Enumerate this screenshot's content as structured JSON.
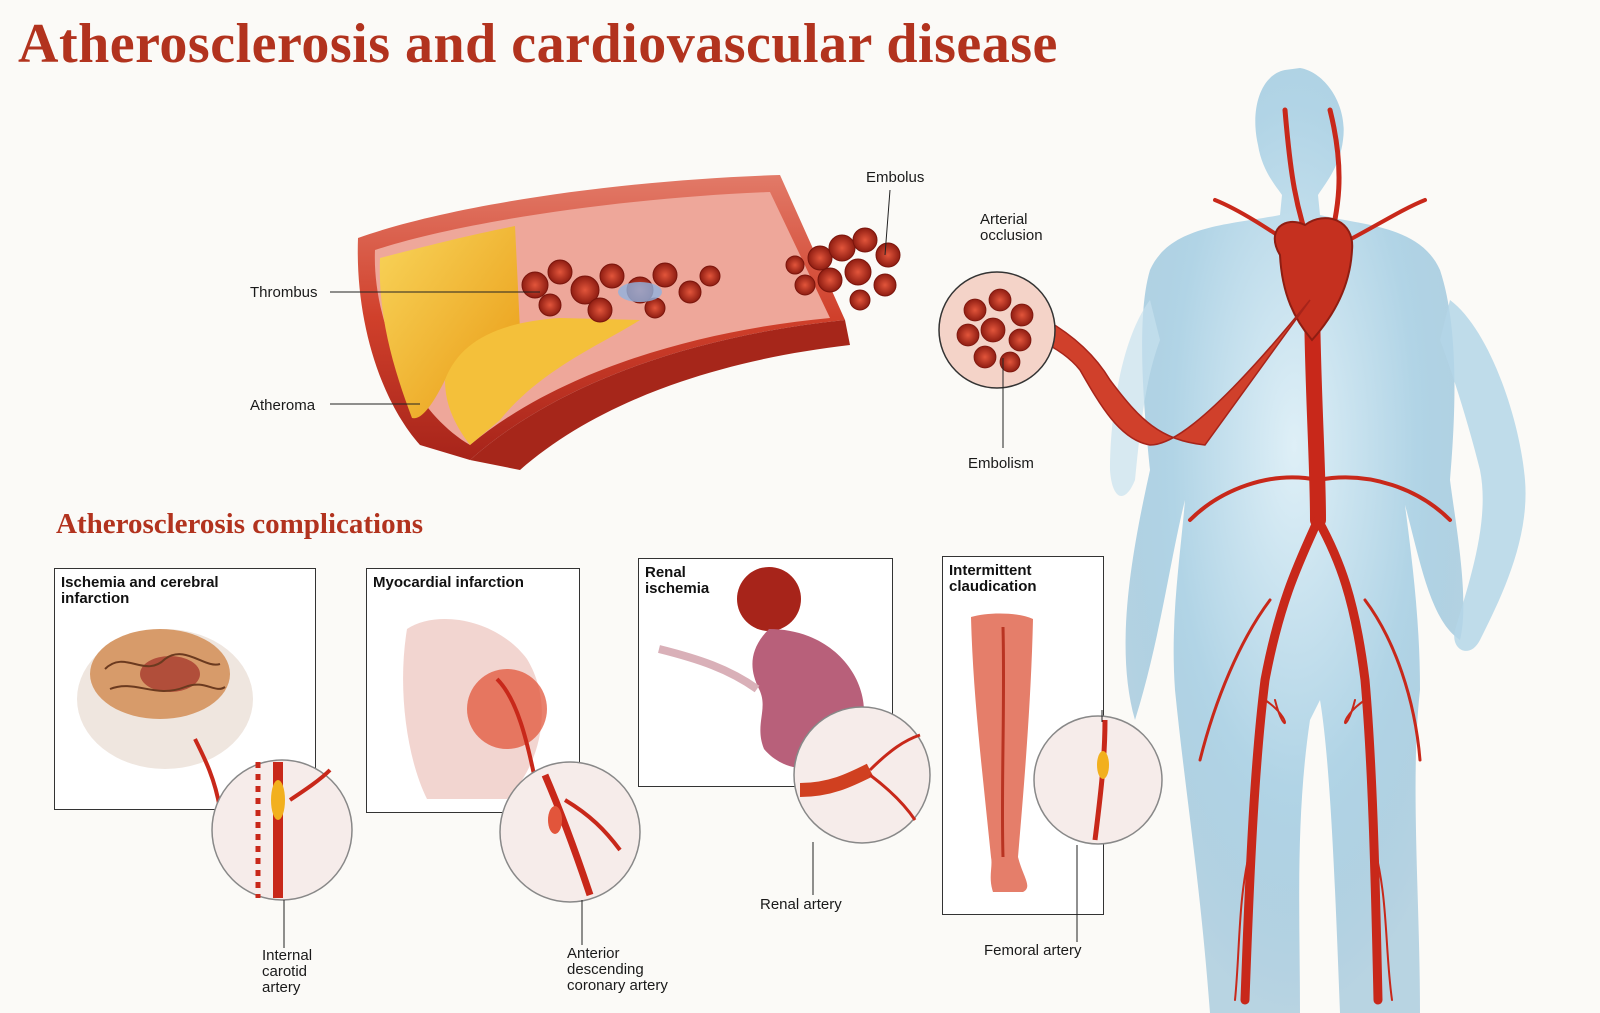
{
  "title": "Atherosclerosis and cardiovascular disease",
  "subtitle": "Atherosclerosis complications",
  "labels": {
    "thrombus": "Thrombus",
    "atheroma": "Atheroma",
    "embolus": "Embolus",
    "arterial_occlusion": "Arterial occlusion",
    "embolism": "Embolism"
  },
  "panels": {
    "cerebral": {
      "title": "Ischemia and cerebral infarction",
      "callout": "Internal carotid artery"
    },
    "myocardial": {
      "title": "Myocardial infarction",
      "callout": "Anterior descending coronary artery"
    },
    "renal": {
      "title": "Renal ischemia",
      "callout": "Renal artery"
    },
    "claudication": {
      "title": "Intermittent claudication",
      "callout": "Femoral artery"
    }
  },
  "colors": {
    "title": "#b2331e",
    "artery": "#c8281a",
    "atheroma": "#f2b01e",
    "body": "#9fc9e0"
  }
}
